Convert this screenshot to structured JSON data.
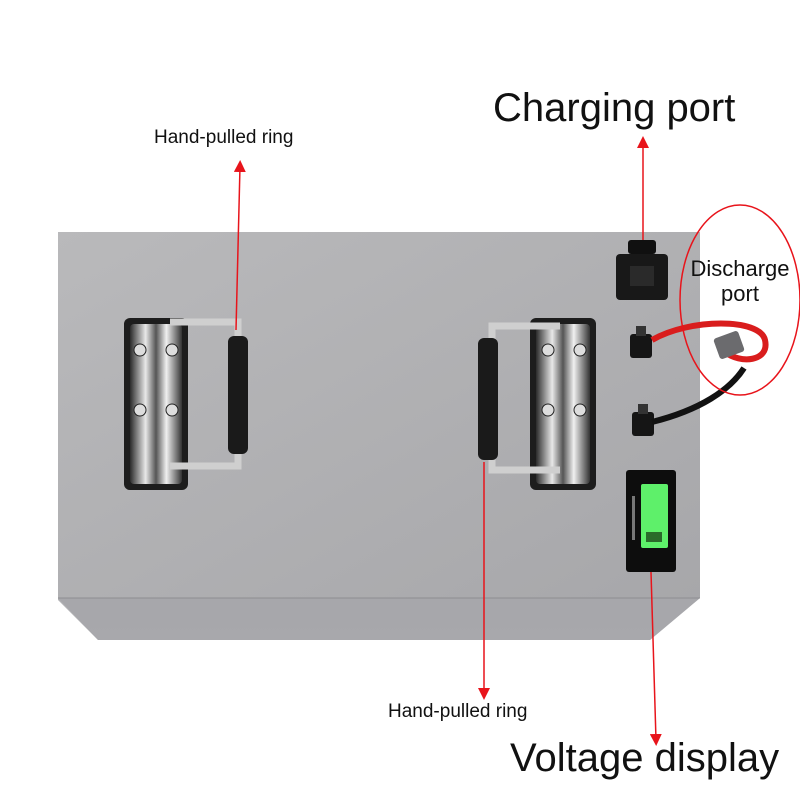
{
  "image": {
    "subject": "battery-box",
    "background_color": "#ffffff",
    "arrow_color": "#e8141b"
  },
  "labels": {
    "charging_port": "Charging port",
    "discharge_port_line1": "Discharge",
    "discharge_port_line2": "port",
    "hand_pulled_ring_top": "Hand-pulled ring",
    "hand_pulled_ring_bottom": "Hand-pulled ring",
    "voltage_display": "Voltage display"
  }
}
